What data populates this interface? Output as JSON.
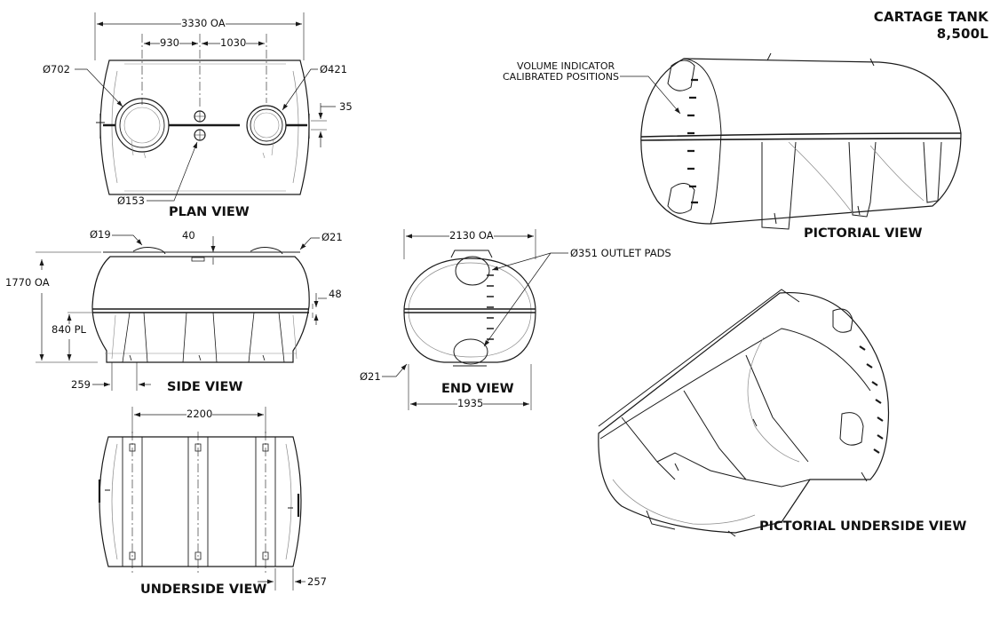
{
  "title": {
    "line1": "CARTAGE TANK",
    "line2": "8,500L"
  },
  "views": {
    "plan": "PLAN VIEW",
    "side": "SIDE VIEW",
    "underside": "UNDERSIDE VIEW",
    "end": "END VIEW",
    "pictorial": "PICTORIAL VIEW",
    "pictorial_underside": "PICTORIAL UNDERSIDE VIEW"
  },
  "dimensions": {
    "plan_overall": "3330 OA",
    "plan_left": "930",
    "plan_right": "1030",
    "plan_hole_left": "Ø702",
    "plan_hole_right": "Ø421",
    "plan_hole_small": "Ø153",
    "plan_35": "35",
    "side_d19": "Ø19",
    "side_40": "40",
    "side_d21": "Ø21",
    "side_height": "1770 OA",
    "side_pl": "840 PL",
    "side_48": "48",
    "side_259": "259",
    "end_width_top": "2130 OA",
    "end_pads": "Ø351 OUTLET PADS",
    "end_d21": "Ø21",
    "end_width_base": "1935",
    "under_2200": "2200",
    "under_257": "257"
  },
  "notes": {
    "volume_indicator_line1": "VOLUME INDICATOR",
    "volume_indicator_line2": "CALIBRATED POSITIONS"
  },
  "colors": {
    "line": "#1a1a1a",
    "light_line": "#8a8a8a",
    "background": "#ffffff"
  }
}
